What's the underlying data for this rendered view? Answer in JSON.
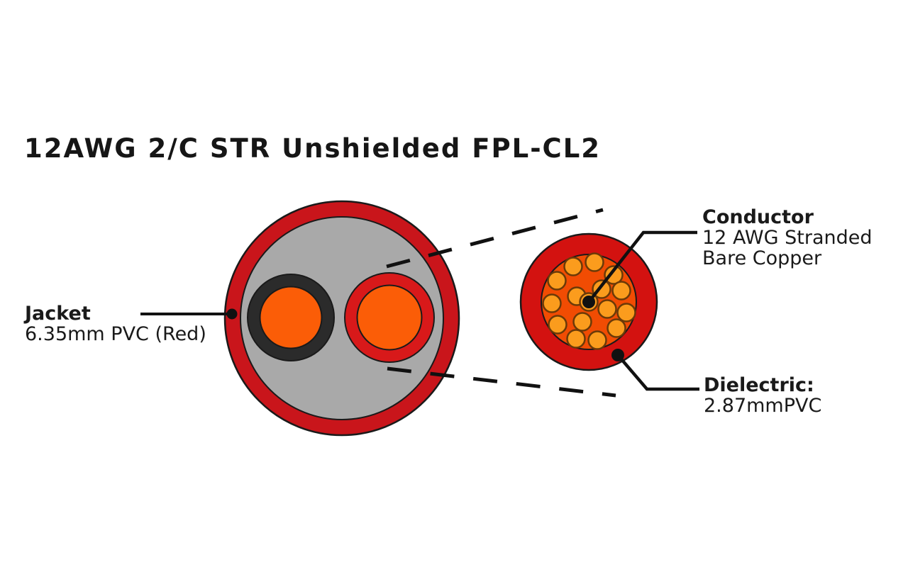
{
  "diagram": {
    "title": "12AWG 2/C STR Unshielded FPL-CL2",
    "labels": {
      "jacket": {
        "name": "Jacket",
        "spec": "6.35mm PVC (Red)"
      },
      "conductor": {
        "name": "Conductor",
        "spec_line1": "12 AWG Stranded",
        "spec_line2": "Bare Copper"
      },
      "dielectric": {
        "name": "Dielectric:",
        "spec": "2.87mmPVC"
      }
    },
    "colors": {
      "jacket_red": "#c9151b",
      "insulation_red": "#d8191a",
      "dielectric_red": "#d31210",
      "filler_gray": "#a9a9a9",
      "insulation_black": "#2b2b2b",
      "conductor_orange": "#fb5d07",
      "strand_area_orange": "#f14c03",
      "strand_orange": "#fb9c1d",
      "text_black": "#1a1a1a"
    }
  }
}
